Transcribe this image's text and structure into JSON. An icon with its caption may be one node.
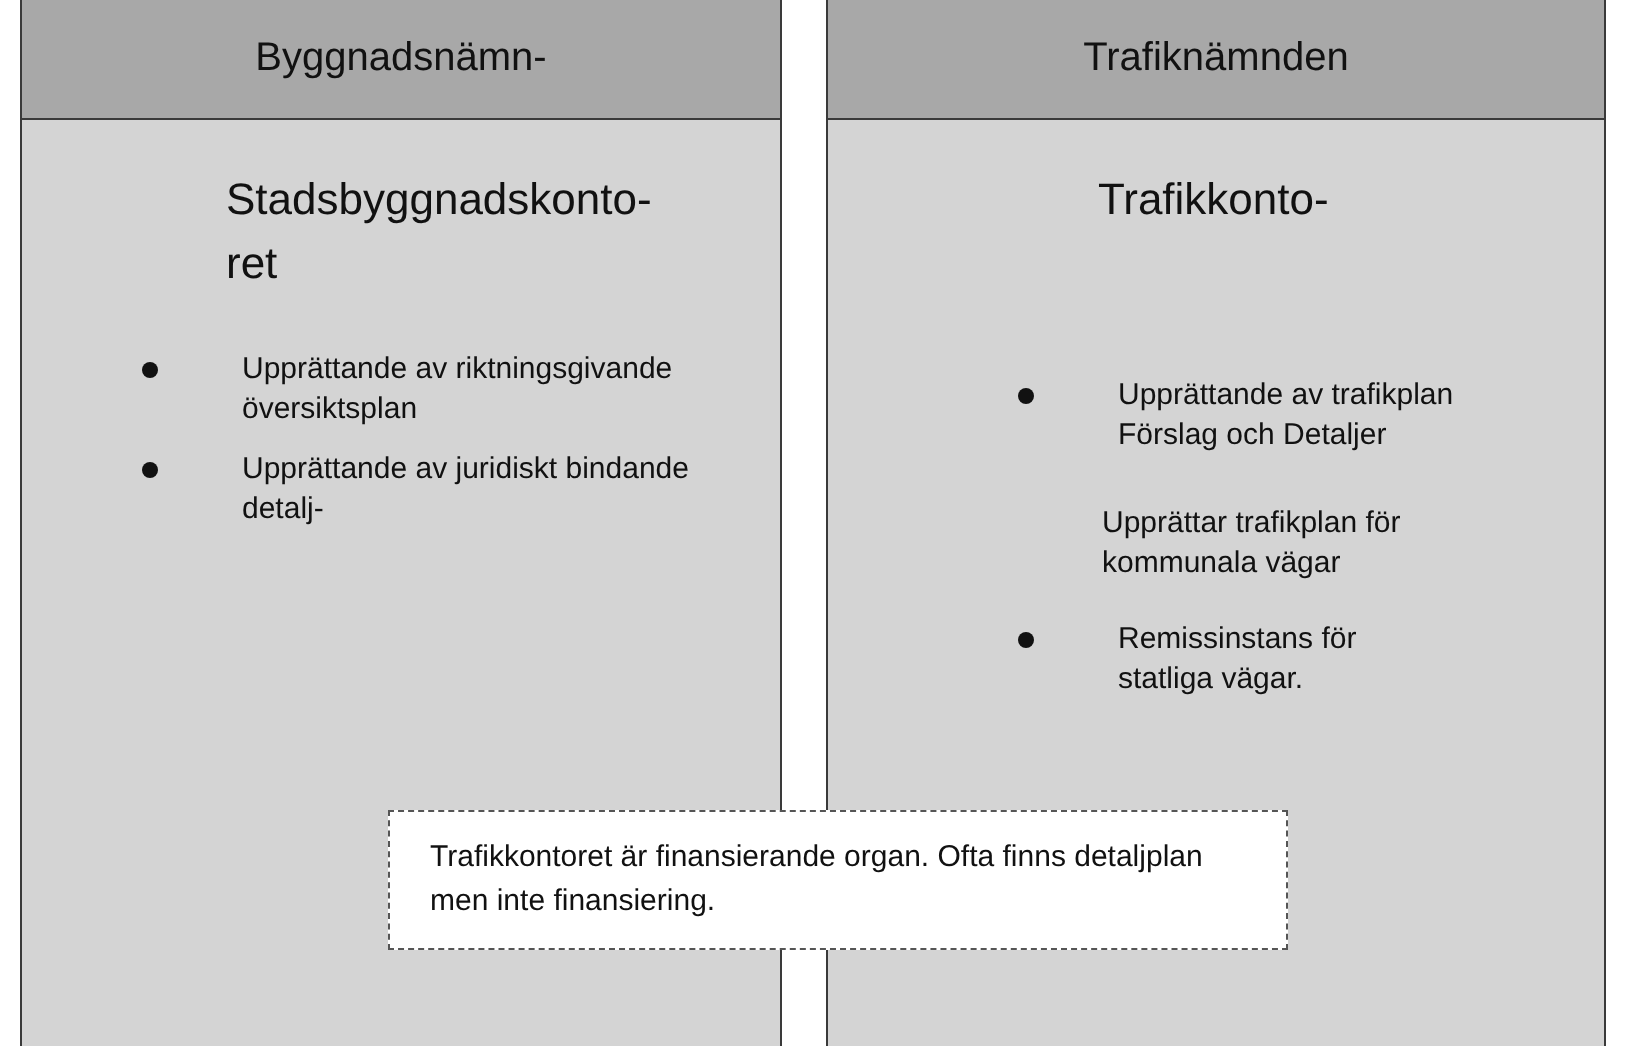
{
  "diagram": {
    "nodes": [
      {
        "text": [
          "Byggnadsnämn-"
        ]
      },
      {
        "text": [
          "Stadsbyggnadskonto- ret",
          "Upprättande av riktningsgivande översiktsplan",
          "Upprättande av juridiskt bindande detalj-"
        ]
      },
      {
        "text": [
          "Trafiknämnden"
        ]
      },
      {
        "text": [
          "Trafikkonto-",
          "Upprättande av trafikplan Förslag och Detaljer",
          "Upprättar trafikplan för kommunala vägar",
          "Remissinstans för statliga vägar."
        ]
      },
      {
        "text": [
          "Trafikkontoret är finansierande organ. Ofta finns detaljplan men inte finansiering."
        ]
      }
    ]
  }
}
